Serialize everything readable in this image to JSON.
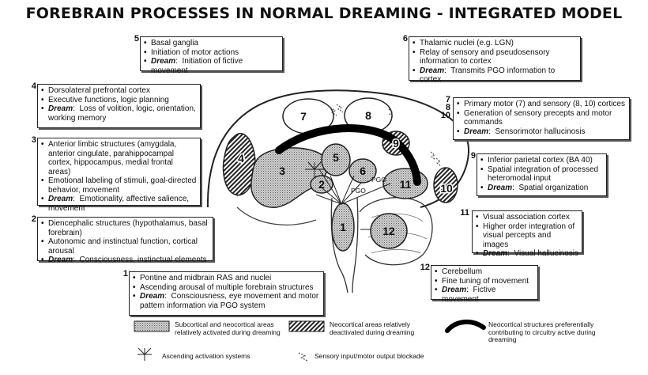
{
  "title": "FOREBRAIN PROCESSES IN NORMAL DREAMING - INTEGRATED MODEL",
  "region_numbers": [
    "1",
    "2",
    "3",
    "4",
    "5",
    "6",
    "7",
    "8",
    "9",
    "10",
    "11",
    "12"
  ],
  "pgo_label": "PGO",
  "boxes": {
    "b5": {
      "num": "5",
      "items": [
        "Basal ganglia",
        "Initiation of motor actions"
      ],
      "dream_label": "Dream",
      "dream_text": "Initiation of fictive movement"
    },
    "b6": {
      "num": "6",
      "items": [
        "Thalamic nuclei (e.g. LGN)",
        "Relay of sensory and pseudosensory information to cortex"
      ],
      "dream_label": "Dream",
      "dream_text": "Transmits PGO information to cortex"
    },
    "b4": {
      "num": "4",
      "items": [
        "Dorsolateral prefrontal cortex",
        "Executive functions, logic planning"
      ],
      "dream_label": "Dream",
      "dream_text": "Loss of volition, logic, orientation, working memory"
    },
    "b7": {
      "num": "7\n8\n10",
      "items": [
        "Primary motor (7) and sensory (8, 10) cortices",
        "Generation of sensory precepts and motor commands"
      ],
      "dream_label": "Dream",
      "dream_text": "Sensorimotor hallucinosis"
    },
    "b3": {
      "num": "3",
      "items": [
        "Anterior limbic structures (amygdala, anterior cingulate, parahippocampal cortex, hippocampus, medial frontal areas)",
        "Emotional labeling of stimuli, goal-directed behavior, movement"
      ],
      "dream_label": "Dream",
      "dream_text": "Emotionality, affective salience, movement"
    },
    "b9": {
      "num": "9",
      "items": [
        "Inferior parietal cortex (BA 40)",
        "Spatial integration of processed heteromodal input"
      ],
      "dream_label": "Dream",
      "dream_text": "Spatial organization"
    },
    "b2": {
      "num": "2",
      "items": [
        "Diencephalic structures (hypothalamus, basal forebrain)",
        "Autonomic and instinctual function, cortical arousal"
      ],
      "dream_label": "Dream",
      "dream_text": "Consciousness, instinctual elements"
    },
    "b11": {
      "num": "11",
      "items": [
        "Visual association cortex",
        "Higher order integration of visual percepts and images"
      ],
      "dream_label": "Dream",
      "dream_text": "Visual hallucinosis"
    },
    "b1": {
      "num": "1",
      "items": [
        "Pontine and midbrain RAS and nuclei",
        "Ascending arousal of multiple forebrain structures"
      ],
      "dream_label": "Dream",
      "dream_text": "Consciousness, eye movement and motor pattern information via PGO system"
    },
    "b12": {
      "num": "12",
      "items": [
        "Cerebellum",
        "Fine tuning of movement"
      ],
      "dream_label": "Dream",
      "dream_text": "Fictive movement"
    }
  },
  "legend": {
    "activated": "Subcortical and neocortical areas relatively activated during dreaming",
    "deactivated": "Neocortical areas relatively deactivated during dreaming",
    "preferential": "Neocortical structures preferentially contributing to circuitry active during dreaming",
    "ascending": "Ascending activation systems",
    "blockade": "Sensory input/motor output blockade"
  }
}
